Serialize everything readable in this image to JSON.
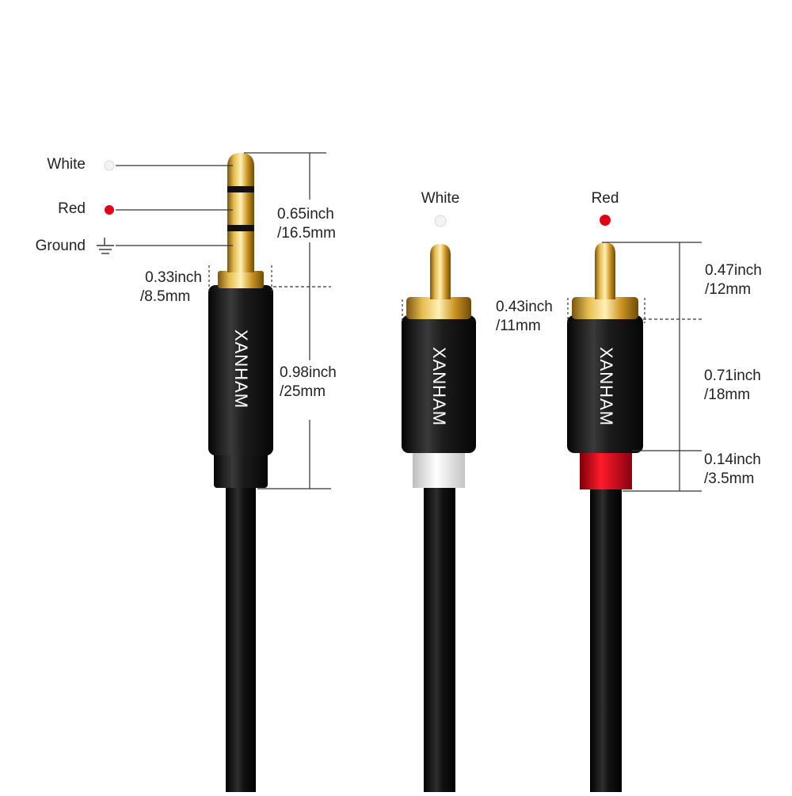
{
  "colors": {
    "cable": "#141414",
    "housing": "#1e1e1e",
    "gold": "#d8a83a",
    "gold_dark": "#8a6214",
    "red_accent": "#e0001a",
    "white_accent": "#f2f2f2",
    "dim_line": "#333333"
  },
  "jack": {
    "brand": "XANHAM",
    "pins": {
      "white": "White",
      "red": "Red",
      "ground": "Ground"
    },
    "dims": {
      "tip": {
        "inch": "0.65inch",
        "mm": "/16.5mm"
      },
      "diameter": {
        "inch": "0.33inch",
        "mm": "/8.5mm"
      },
      "body": {
        "inch": "0.98inch",
        "mm": "/25mm"
      }
    }
  },
  "rca_white": {
    "label": "White",
    "brand": "XANHAM",
    "dims": {
      "diameter": {
        "inch": "0.43inch",
        "mm": "/11mm"
      }
    }
  },
  "rca_red": {
    "label": "Red",
    "brand": "XANHAM",
    "dims": {
      "tip": {
        "inch": "0.47inch",
        "mm": "/12mm"
      },
      "body": {
        "inch": "0.71inch",
        "mm": "/18mm"
      },
      "ring": {
        "inch": "0.14inch",
        "mm": "/3.5mm"
      }
    }
  }
}
